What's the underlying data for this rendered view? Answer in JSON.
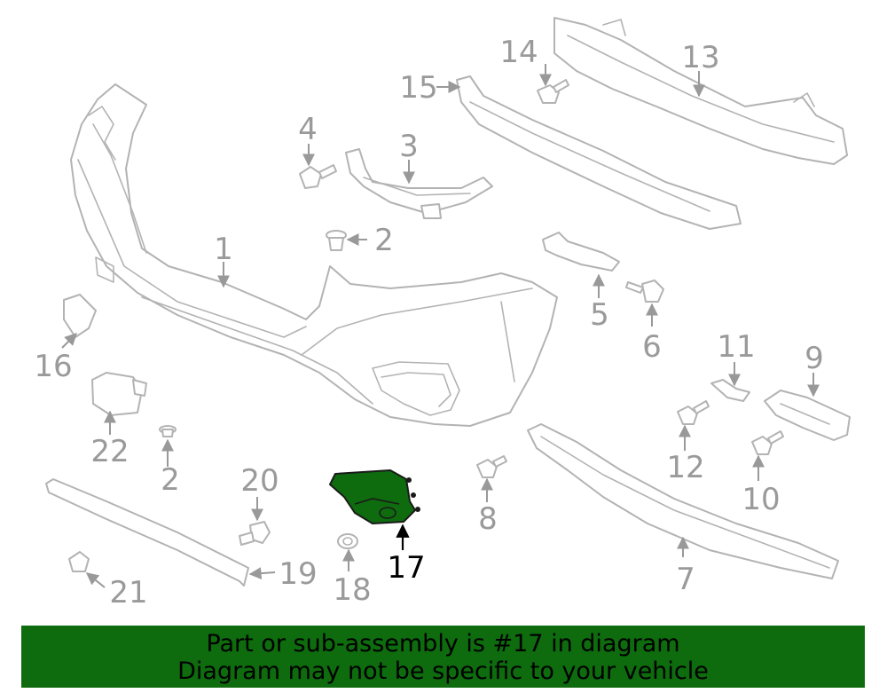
{
  "diagram": {
    "highlight_part": "17",
    "colors": {
      "highlight": "#0e6b0e",
      "line": "#b3b3b3",
      "label": "#9a9a9a"
    },
    "labels": [
      "1",
      "2",
      "2",
      "3",
      "4",
      "5",
      "6",
      "7",
      "8",
      "9",
      "10",
      "11",
      "12",
      "13",
      "14",
      "15",
      "16",
      "17",
      "18",
      "19",
      "20",
      "21",
      "22"
    ]
  },
  "banner": {
    "line1": "Part or sub-assembly is #17 in diagram",
    "line2": "Diagram may not be specific to your vehicle"
  }
}
